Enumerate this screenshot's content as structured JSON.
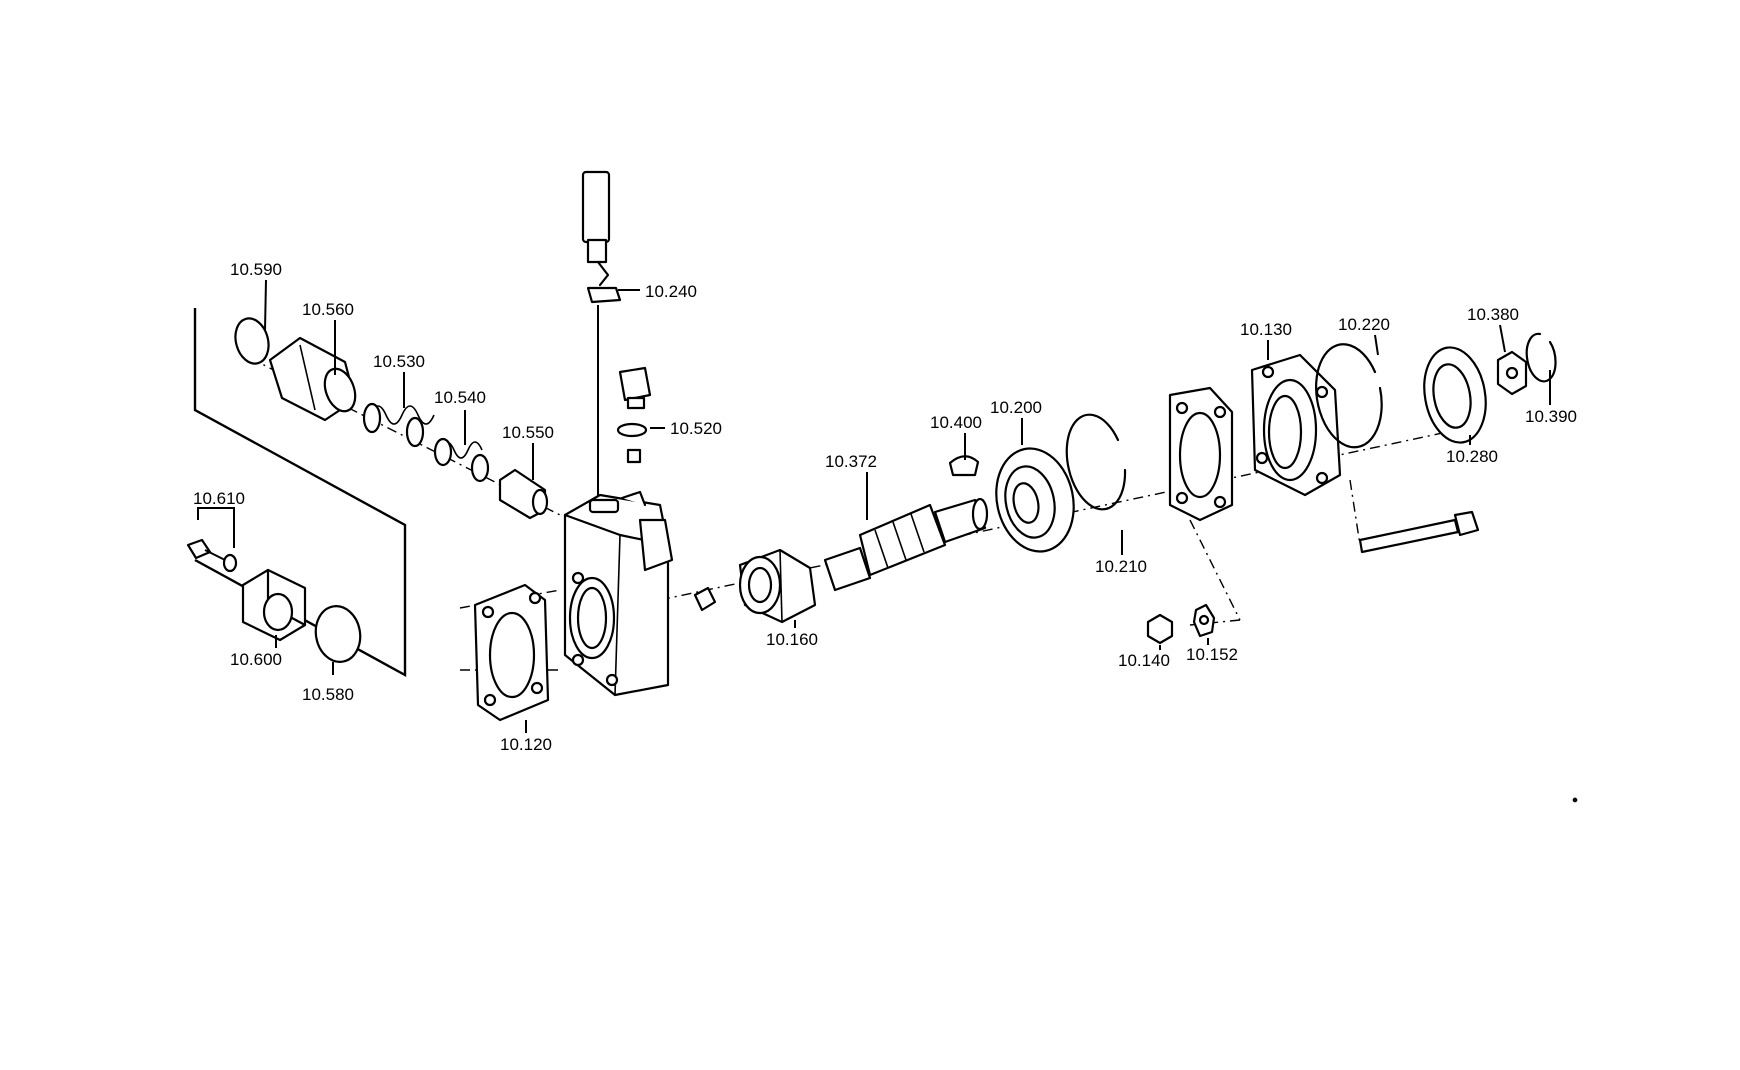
{
  "labels": {
    "l10590": "10.590",
    "l10560": "10.560",
    "l10530": "10.530",
    "l10540": "10.540",
    "l10550": "10.550",
    "l10240": "10.240",
    "l10520": "10.520",
    "l10610": "10.610",
    "l10600": "10.600",
    "l10580": "10.580",
    "l10120": "10.120",
    "l10160": "10.160",
    "l10372": "10.372",
    "l10400": "10.400",
    "l10200": "10.200",
    "l10210": "10.210",
    "l10130": "10.130",
    "l10140": "10.140",
    "l10152": "10.152",
    "l10220": "10.220",
    "l10280": "10.280",
    "l10380": "10.380",
    "l10390": "10.390"
  }
}
